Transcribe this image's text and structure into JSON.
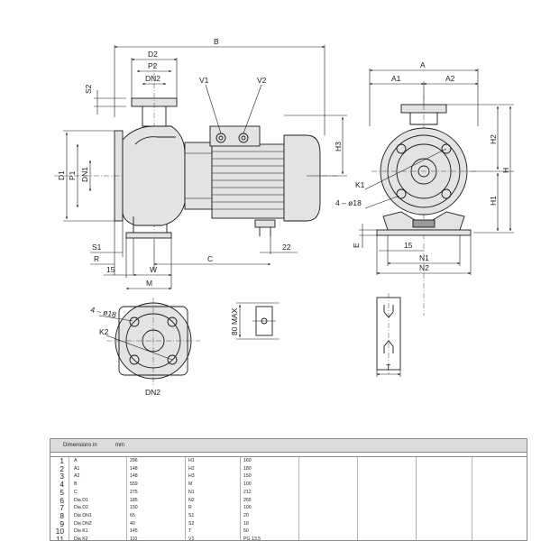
{
  "labels": {
    "B": "B",
    "D2": "D2",
    "P2": "P2",
    "DN2": "DN2",
    "V1": "V1",
    "V2": "V2",
    "S2": "S2",
    "D1": "D1",
    "P1": "P1",
    "DN1": "DN1",
    "H3": "H3",
    "S1": "S1",
    "R": "R",
    "C": "C",
    "W": "W",
    "M": "M",
    "n15": "15",
    "n22": "22",
    "A": "A",
    "A1": "A1",
    "A2": "A2",
    "H": "H",
    "H1": "H1",
    "H2": "H2",
    "K1": "K1",
    "holes_front": "4 – ø18",
    "E": "E",
    "N1": "N1",
    "N2": "N2",
    "T": "T",
    "holes_flange": "4 – ø18",
    "K2": "K2",
    "DN2_flange": "DN2",
    "max80": "80 MAX"
  },
  "table": {
    "title": "Dimensions in",
    "unit": "mm",
    "rows": [
      {
        "n": "1",
        "k1": "A",
        "v1": "296",
        "k2": "H1",
        "v2": "160"
      },
      {
        "n": "2",
        "k1": "A1",
        "v1": "148",
        "k2": "H2",
        "v2": "180"
      },
      {
        "n": "3",
        "k1": "A2",
        "v1": "148",
        "k2": "H3",
        "v2": "150"
      },
      {
        "n": "4",
        "k1": "B",
        "v1": "559",
        "k2": "M",
        "v2": "100"
      },
      {
        "n": "5",
        "k1": "C",
        "v1": "275",
        "k2": "N1",
        "v2": "212"
      },
      {
        "n": "6",
        "k1": "Dia D1",
        "v1": "185",
        "k2": "N2",
        "v2": "265"
      },
      {
        "n": "7",
        "k1": "Dia D2",
        "v1": "150",
        "k2": "R",
        "v2": "100"
      },
      {
        "n": "8",
        "k1": "Dia DN1",
        "v1": "65",
        "k2": "S1",
        "v2": "20"
      },
      {
        "n": "9",
        "k1": "Dia DN2",
        "v1": "40",
        "k2": "S2",
        "v2": "18"
      },
      {
        "n": "10",
        "k1": "Dia K1",
        "v1": "145",
        "k2": "T",
        "v2": "50"
      },
      {
        "n": "11",
        "k1": "Dia K2",
        "v1": "110",
        "k2": "V1",
        "v2": "PG 13,5"
      }
    ]
  }
}
